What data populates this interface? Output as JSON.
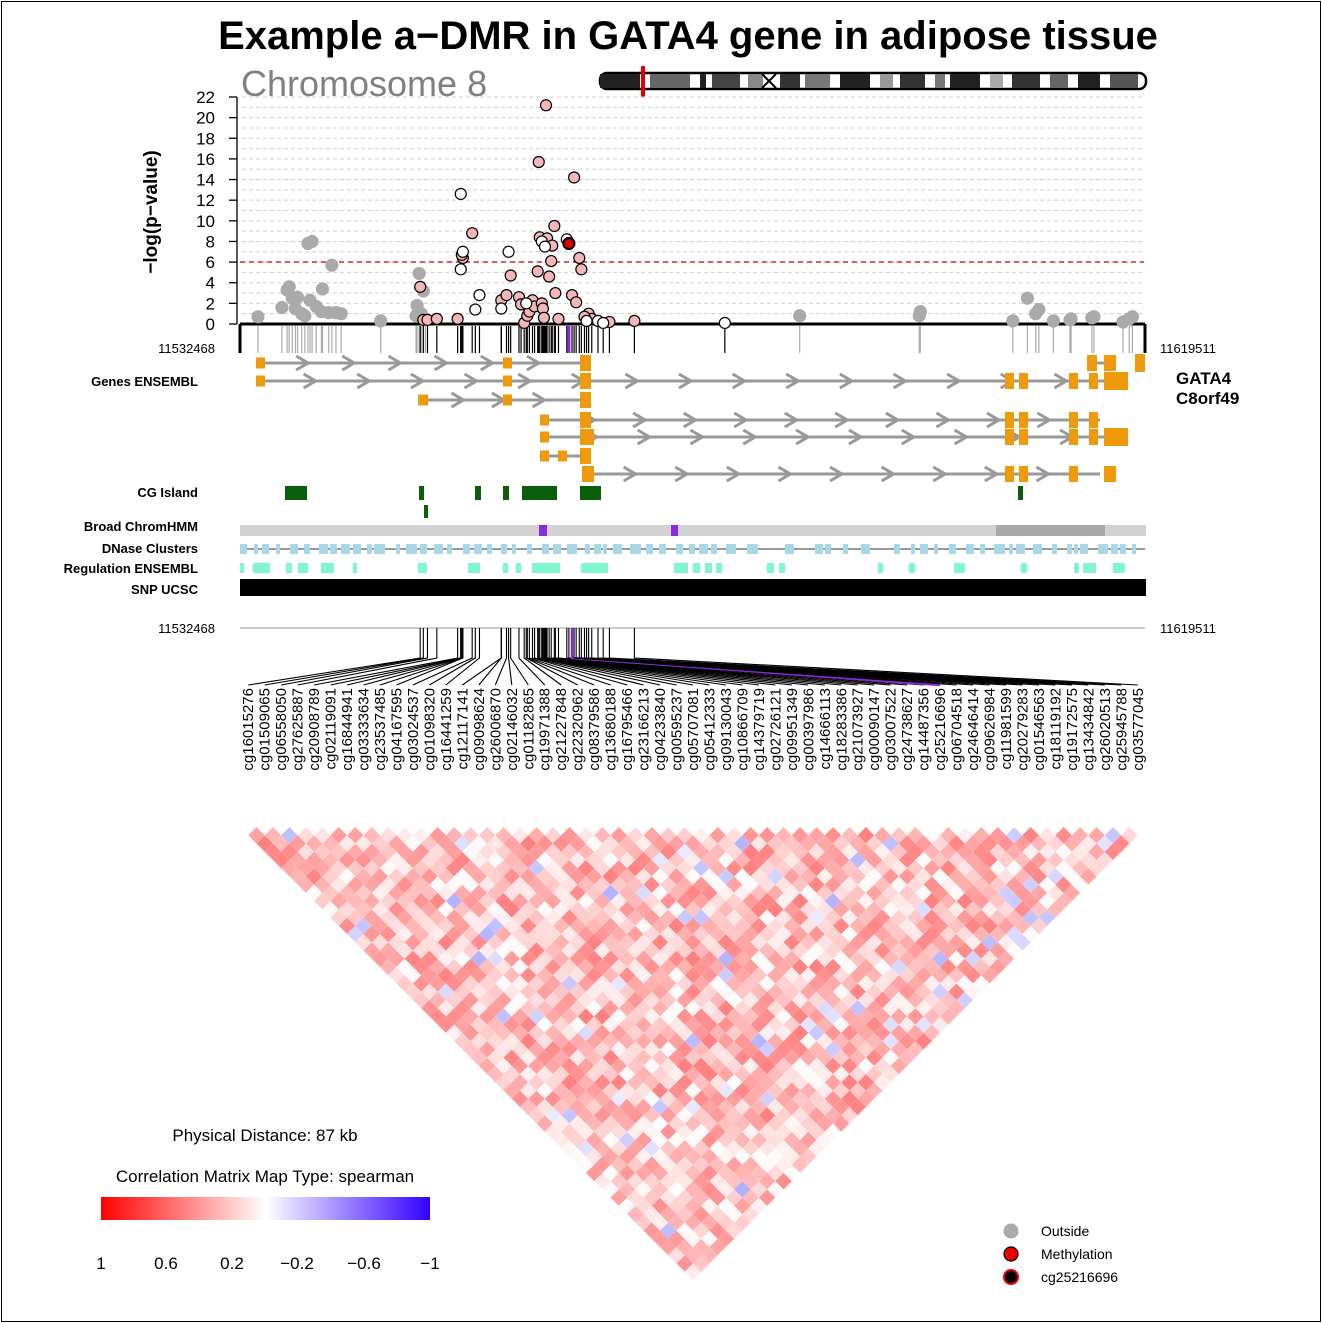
{
  "chart_data": [
    {
      "type": "scatter",
      "title": "Example a−DMR in GATA4 gene in adipose tissue",
      "subtitle": "Chromosome 8",
      "ylabel": "−log(p−value)",
      "ylim": [
        0,
        22
      ],
      "y_ticks": [
        "0",
        "2",
        "4",
        "6",
        "8",
        "10",
        "12",
        "14",
        "16",
        "18",
        "20",
        "22"
      ],
      "xlim": [
        11532468,
        11619511
      ],
      "x_start_label": "11532468",
      "x_end_label": "11619511",
      "grid": "horizontal dashed",
      "threshold": 6,
      "colors": {
        "outside": "#aaaaaa",
        "methylation": "#f4b6b6",
        "white": "#ffffff",
        "reference": "#e00000",
        "threshold": "#cc0000",
        "gene": "#ef9a0a",
        "cg_island": "#0a5e0a",
        "dnase": "#a8d8e8",
        "regulation": "#7ff5d0",
        "highlight": "#8a2be2"
      },
      "series": [
        {
          "name": "Outside",
          "color": "#aaaaaa",
          "points": [
            [
              11534200,
              0.7
            ],
            [
              11536500,
              1.6
            ],
            [
              11537000,
              3.3
            ],
            [
              11537200,
              3.6
            ],
            [
              11537500,
              2.5
            ],
            [
              11537800,
              1.5
            ],
            [
              11538000,
              2.6
            ],
            [
              11538400,
              1.0
            ],
            [
              11538700,
              0.8
            ],
            [
              11539000,
              7.8
            ],
            [
              11539400,
              8.0
            ],
            [
              11539200,
              2.3
            ],
            [
              11539800,
              1.7
            ],
            [
              11540300,
              1.2
            ],
            [
              11540400,
              3.4
            ],
            [
              11541000,
              1.1
            ],
            [
              11541300,
              5.7
            ],
            [
              11541700,
              1.1
            ],
            [
              11542200,
              1.0
            ],
            [
              11546000,
              0.3
            ],
            [
              11549700,
              4.9
            ],
            [
              11549500,
              1.8
            ],
            [
              11549900,
              1.0
            ],
            [
              11549400,
              0.8
            ],
            [
              11550100,
              3.2
            ],
            [
              11550300,
              0.5
            ],
            [
              11586300,
              0.8
            ],
            [
              11597800,
              0.8
            ],
            [
              11597900,
              1.2
            ],
            [
              11606800,
              0.3
            ],
            [
              11608200,
              2.5
            ],
            [
              11609000,
              1.0
            ],
            [
              11609300,
              1.4
            ],
            [
              11610700,
              0.3
            ],
            [
              11612300,
              0.4
            ],
            [
              11612400,
              0.5
            ],
            [
              11614400,
              0.6
            ],
            [
              11614600,
              0.7
            ],
            [
              11617400,
              0.2
            ],
            [
              11618000,
              0.5
            ],
            [
              11618300,
              0.7
            ]
          ]
        },
        {
          "name": "Methylation",
          "color": "#f4b6b6",
          "points": [
            [
              11549800,
              3.6
            ],
            [
              11550100,
              0.4
            ],
            [
              11550500,
              0.4
            ],
            [
              11551400,
              0.5
            ],
            [
              11553400,
              0.5
            ],
            [
              11557600,
              2.3
            ],
            [
              11558100,
              2.8
            ],
            [
              11558500,
              4.7
            ],
            [
              11559300,
              2.6
            ],
            [
              11559500,
              1.9
            ],
            [
              11559800,
              0.1
            ],
            [
              11560100,
              0.8
            ],
            [
              11560300,
              1.2
            ],
            [
              11560600,
              2.3
            ],
            [
              11560800,
              1.7
            ],
            [
              11561200,
              15.7
            ],
            [
              11561100,
              5.1
            ],
            [
              11561300,
              8.4
            ],
            [
              11561500,
              2.0
            ],
            [
              11561600,
              1.5
            ],
            [
              11561700,
              0.6
            ],
            [
              11561900,
              21.2
            ],
            [
              11562000,
              8.3
            ],
            [
              11562200,
              4.6
            ],
            [
              11562400,
              6.1
            ],
            [
              11562500,
              7.6
            ],
            [
              11562700,
              9.5
            ],
            [
              11562800,
              3.0
            ],
            [
              11563100,
              0.5
            ],
            [
              11564400,
              2.8
            ],
            [
              11564600,
              14.2
            ],
            [
              11564800,
              2.1
            ],
            [
              11565100,
              6.4
            ],
            [
              11565300,
              5.3
            ],
            [
              11566000,
              1.0
            ],
            [
              11566300,
              0.5
            ],
            [
              11568000,
              0.2
            ],
            [
              11554800,
              8.8
            ],
            [
              11553900,
              6.4
            ],
            [
              11553800,
              6.7
            ],
            [
              11570400,
              0.3
            ],
            [
              11565600,
              0.7
            ]
          ]
        },
        {
          "name": "",
          "color": "#ffffff",
          "points": [
            [
              11553700,
              12.6
            ],
            [
              11553900,
              7.0
            ],
            [
              11553700,
              5.3
            ],
            [
              11555100,
              1.4
            ],
            [
              11555500,
              2.8
            ],
            [
              11557600,
              1.5
            ],
            [
              11558300,
              7.0
            ],
            [
              11560000,
              2.0
            ],
            [
              11561500,
              8.0
            ],
            [
              11561800,
              7.5
            ],
            [
              11563900,
              8.2
            ],
            [
              11566900,
              0.3
            ],
            [
              11567400,
              0.1
            ],
            [
              11579100,
              0.1
            ],
            [
              11565800,
              0.3
            ]
          ]
        },
        {
          "name": "cg25216696",
          "color": "#e00000",
          "points": [
            [
              11564100,
              7.8
            ]
          ]
        }
      ],
      "legend": [
        "Outside",
        "Methylation",
        "cg25216696"
      ],
      "legend_position": "bottom-right"
    },
    {
      "type": "heatmap",
      "title": "Correlation Matrix Map Type: spearman",
      "note": "Physical Distance: 87 kb",
      "scale_labels": [
        "1",
        "0.6",
        "0.2",
        "−0.2",
        "−0.6",
        "−1"
      ],
      "scale_range": [
        1,
        -1
      ],
      "probes": [
        "cg16015276",
        "cg01509065",
        "cg06558050",
        "cg27625887",
        "cg20908789",
        "cg02119091",
        "cg16844941",
        "cg03333634",
        "cg23537485",
        "cg04167595",
        "cg03024537",
        "cg01098320",
        "cg16441259",
        "cg12117141",
        "cg09098624",
        "cg26006870",
        "cg02146032",
        "cg01182865",
        "cg19971388",
        "cg21227848",
        "cg22320962",
        "cg08379586",
        "cg13680188",
        "cg16795466",
        "cg23166213",
        "cg04233840",
        "cg00595237",
        "cg05707081",
        "cg05412333",
        "cg09130043",
        "cg10866709",
        "cg14379719",
        "cg02726121",
        "cg09951349",
        "cg00397986",
        "cg14666113",
        "cg18283386",
        "cg21073927",
        "cg00090147",
        "cg03007522",
        "cg24738627",
        "cg14487356",
        "cg25216696",
        "cg06704518",
        "cg24646414",
        "cg09626984",
        "cg11981599",
        "cg20279283",
        "cg01546563",
        "cg18119192",
        "cg19172575",
        "cg13434842",
        "cg26020513",
        "cg25945788",
        "cg03577045"
      ]
    }
  ],
  "tracks": {
    "genes_label": "Genes ENSEMBL",
    "gene_names": [
      "GATA4",
      "C8orf49"
    ],
    "cg_label": "CG Island",
    "chromhmm_label": "Broad ChromHMM",
    "dnase_label": "DNase Clusters",
    "regulation_label": "Regulation ENSEMBL",
    "snp_label": "SNP UCSC"
  },
  "legend": {
    "outside": "Outside",
    "methylation": "Methylation",
    "reference": "cg25216696"
  }
}
